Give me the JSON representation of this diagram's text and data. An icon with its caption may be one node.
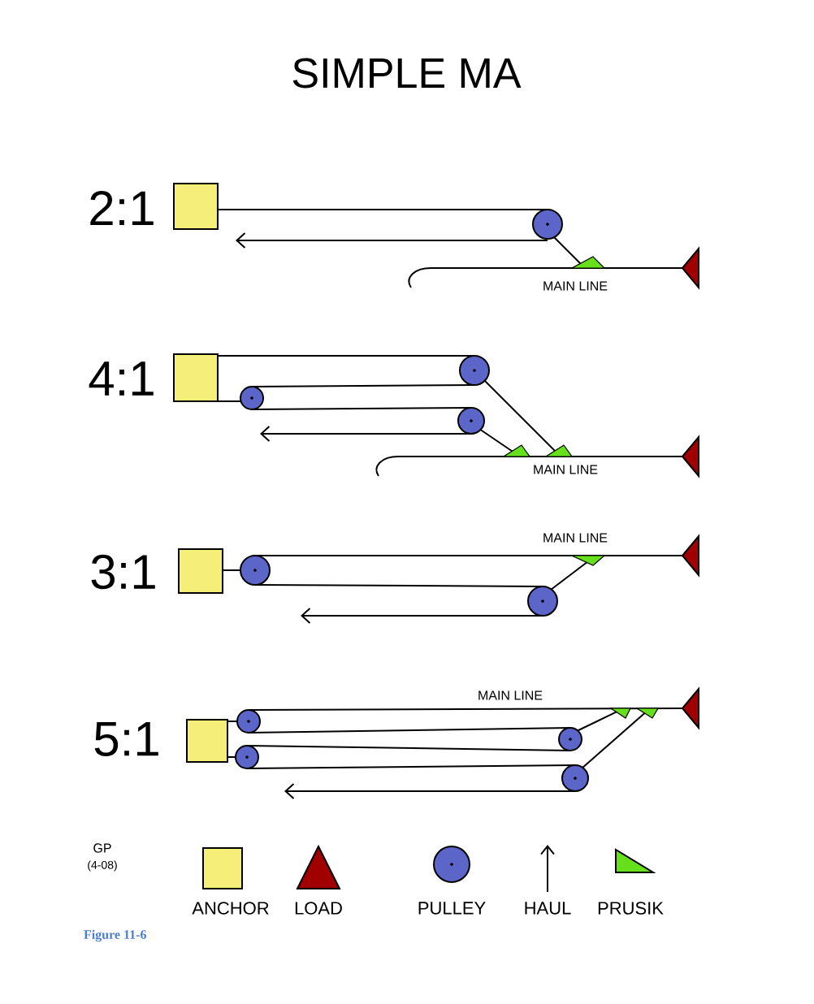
{
  "diagram": {
    "title": "SIMPLE MA",
    "caption": "Figure 11-6",
    "labels": [
      "2:1",
      "MAIN LINE",
      "4:1",
      "MAIN LINE",
      "3:1",
      "MAIN LINE",
      "5:1",
      "MAIN LINE",
      "GP",
      "(4-08)"
    ],
    "legend": [
      {
        "text": "ANCHOR"
      },
      {
        "text": "LOAD"
      },
      {
        "text": "PULLEY"
      },
      {
        "text": "HAUL"
      },
      {
        "text": "PRUSIK"
      }
    ]
  }
}
